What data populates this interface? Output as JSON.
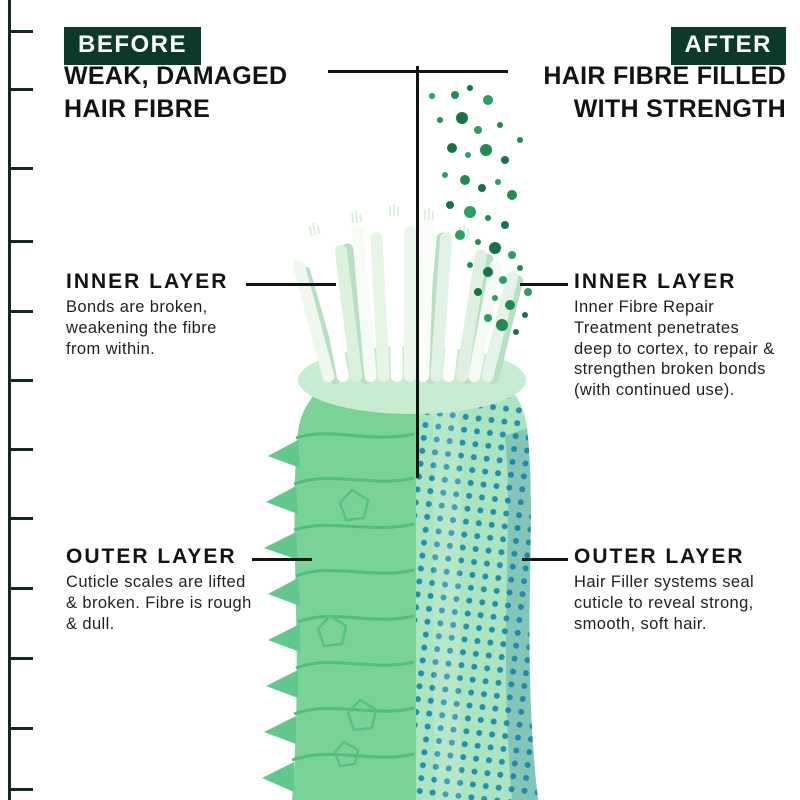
{
  "colors": {
    "badge_bg": "#0d392b",
    "heading_text": "#101510",
    "fibre_green": "#79d297",
    "fibre_light_green": "#aae4c0",
    "dot_teal": "#1787ad",
    "particle_green": "#1f8a52"
  },
  "before": {
    "badge": "BEFORE",
    "title": "WEAK, DAMAGED\nHAIR FIBRE",
    "inner": {
      "heading": "INNER LAYER",
      "body": "Bonds are broken,\nweakening the fibre\nfrom within."
    },
    "outer": {
      "heading": "OUTER LAYER",
      "body": "Cuticle scales are lifted\n& broken. Fibre is rough\n& dull."
    }
  },
  "after": {
    "badge": "AFTER",
    "title": "HAIR FIBRE FILLED\nWITH STRENGTH",
    "inner": {
      "heading": "INNER LAYER",
      "body": "Inner Fibre Repair\nTreatment penetrates\ndeep to cortex, to repair &\nstrengthen broken bonds\n(with continued use)."
    },
    "outer": {
      "heading": "OUTER LAYER",
      "body": "Hair Filler systems seal\ncuticle to reveal strong,\nsmooth, soft hair."
    }
  }
}
